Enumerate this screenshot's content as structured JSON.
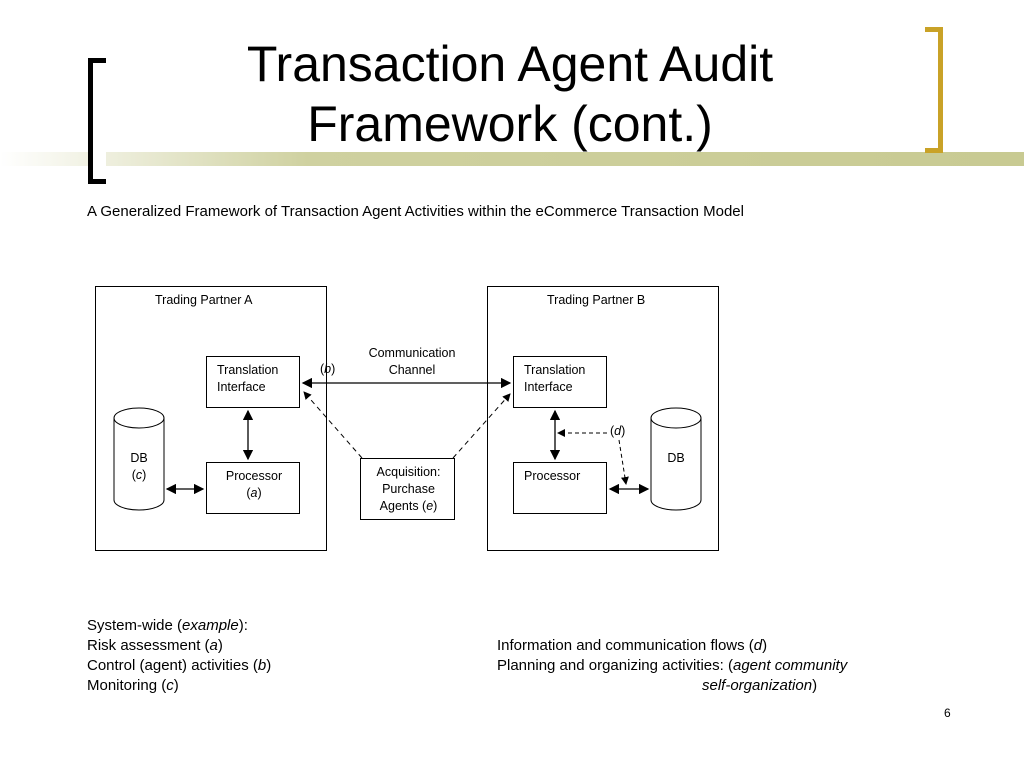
{
  "title_line1": "Transaction Agent Audit",
  "title_line2": "Framework (cont.)",
  "subtitle": "A Generalized Framework of Transaction Agent Activities within the eCommerce Transaction Model",
  "diagram": {
    "partner_a": "Trading Partner A",
    "partner_b": "Trading Partner B",
    "translation_l1": "Translation",
    "translation_l2": "Interface",
    "channel_l1": "Communication",
    "channel_l2": "Channel",
    "b_tag": "b",
    "d_tag": "d",
    "db_label": "DB",
    "c_tag": "c",
    "processor": "Processor",
    "a_tag": "a",
    "acq_l1": "Acquisition:",
    "acq_l2": "Purchase",
    "acq_l3": "Agents (",
    "e_tag": "e"
  },
  "notes": {
    "system_wide": "System-wide (",
    "example": "example",
    "system_wide_end": "):",
    "risk": "Risk assessment (",
    "a": "a",
    "control": "Control (agent) activities (",
    "b": "b",
    "monitoring": "Monitoring (",
    "c": "c",
    "info": "Information and communication flows (",
    "d": "d",
    "planning": "Planning and organizing activities: (",
    "agent_community": "agent community",
    "self_org": "self-organization"
  },
  "page_number": "6"
}
